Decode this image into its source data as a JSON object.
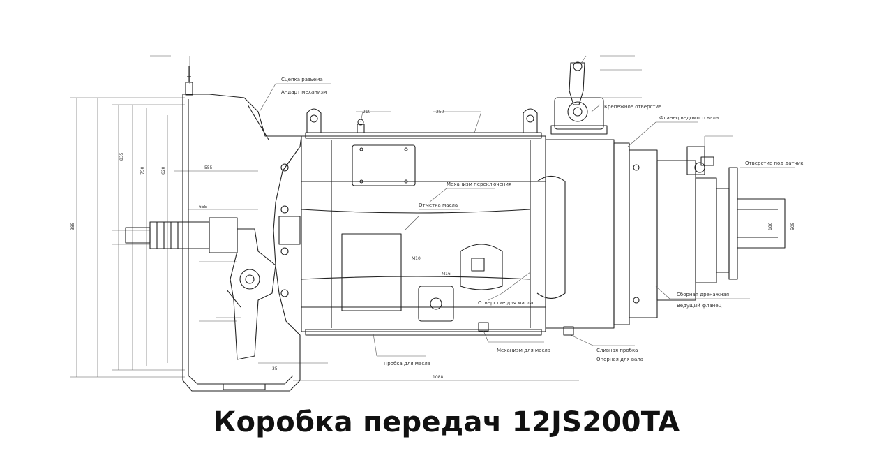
{
  "caption": "Коробка передач 12JS200TA",
  "annotations": [
    {
      "id": "a1",
      "text": "Сцепка разьема"
    },
    {
      "id": "a2",
      "text": "Андарт механизм"
    },
    {
      "id": "a3",
      "text": "Механизм переключения"
    },
    {
      "id": "a4",
      "text": "Отметка масла"
    },
    {
      "id": "a5",
      "text": "Механизм для масла"
    },
    {
      "id": "a6",
      "text": "Пробка для масла"
    },
    {
      "id": "a7",
      "text": "Отверстие для масла"
    },
    {
      "id": "a8",
      "text": "Сливная пробка"
    },
    {
      "id": "a9",
      "text": "Опорная для вала"
    },
    {
      "id": "a10",
      "text": "Сборная дренажная"
    },
    {
      "id": "a11",
      "text": "Ведущий фланец"
    },
    {
      "id": "a12",
      "text": "Отверстие под датчик"
    },
    {
      "id": "a13",
      "text": "Крепежное отверстие"
    },
    {
      "id": "a14",
      "text": "Фланец ведомого вала"
    }
  ],
  "dimensions": [
    {
      "id": "d1",
      "text": "835"
    },
    {
      "id": "d2",
      "text": "750"
    },
    {
      "id": "d3",
      "text": "620"
    },
    {
      "id": "d4",
      "text": "555"
    },
    {
      "id": "d5",
      "text": "655"
    },
    {
      "id": "d6",
      "text": "385"
    },
    {
      "id": "d7",
      "text": "1088"
    },
    {
      "id": "d8",
      "text": "250"
    },
    {
      "id": "d9",
      "text": "M10"
    },
    {
      "id": "d10",
      "text": "M16"
    },
    {
      "id": "d11",
      "text": "180"
    },
    {
      "id": "d12",
      "text": "505"
    },
    {
      "id": "d13",
      "text": "35"
    },
    {
      "id": "d14",
      "text": "210"
    }
  ]
}
